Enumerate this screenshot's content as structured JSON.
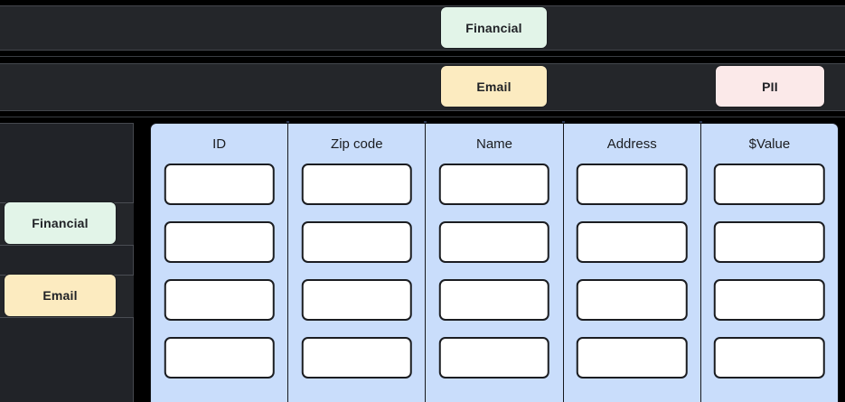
{
  "tag_rows": [
    {
      "id": "financial",
      "label": "Financial",
      "color": "#e2f4e8"
    },
    {
      "id": "email",
      "label": "Email",
      "color": "#fcebc0"
    },
    {
      "id": "pii",
      "label": "PII",
      "color": "#fbe9e9"
    }
  ],
  "sidebar": {
    "items": [
      {
        "id": "financial",
        "label": "Financial",
        "color": "#e2f4e8"
      },
      {
        "id": "email",
        "label": "Email",
        "color": "#fcebc0"
      }
    ]
  },
  "table": {
    "background": "#c9ddfb",
    "columns": [
      {
        "id": "id",
        "header": "ID",
        "cells": [
          "",
          "",
          "",
          ""
        ]
      },
      {
        "id": "zip-code",
        "header": "Zip code",
        "cells": [
          "",
          "",
          "",
          ""
        ]
      },
      {
        "id": "name",
        "header": "Name",
        "cells": [
          "",
          "",
          "",
          ""
        ]
      },
      {
        "id": "address",
        "header": "Address",
        "cells": [
          "",
          "",
          "",
          ""
        ]
      },
      {
        "id": "value",
        "header": "$Value",
        "cells": [
          "",
          "",
          "",
          ""
        ]
      }
    ]
  }
}
